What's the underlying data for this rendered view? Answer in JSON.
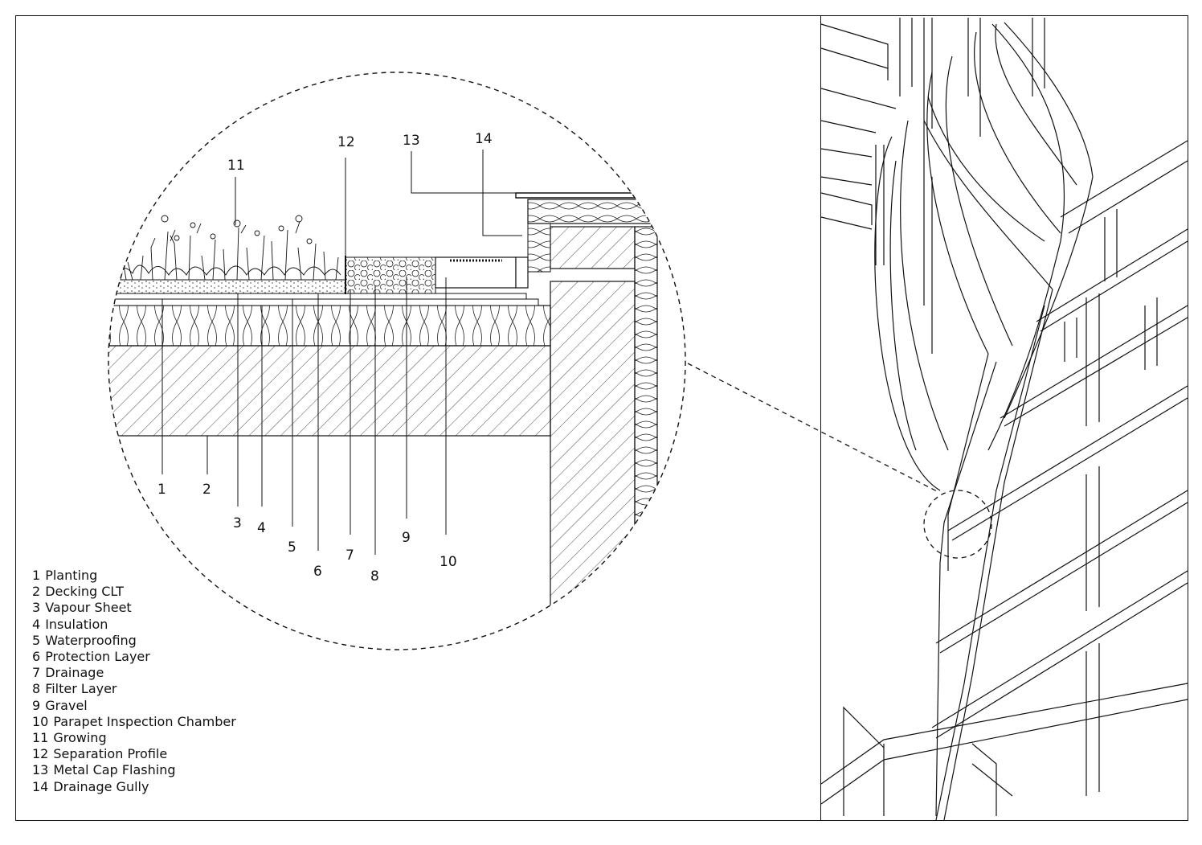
{
  "callout_numbers": [
    "1",
    "2",
    "3",
    "4",
    "5",
    "6",
    "7",
    "8",
    "9",
    "10",
    "11",
    "12",
    "13",
    "14"
  ],
  "legend": [
    {
      "num": "1",
      "text": "Planting"
    },
    {
      "num": "2",
      "text": "Decking CLT"
    },
    {
      "num": "3",
      "text": "Vapour Sheet"
    },
    {
      "num": "4",
      "text": "Insulation"
    },
    {
      "num": "5",
      "text": "Waterproofing"
    },
    {
      "num": "6",
      "text": "Protection Layer"
    },
    {
      "num": "7",
      "text": "Drainage"
    },
    {
      "num": "8",
      "text": "Filter Layer"
    },
    {
      "num": "9",
      "text": "Gravel"
    },
    {
      "num": "10",
      "text": "Parapet Inspection Chamber"
    },
    {
      "num": "11",
      "text": "Growing"
    },
    {
      "num": "12",
      "text": "Separation Profile"
    },
    {
      "num": "13",
      "text": "Metal Cap Flashing"
    },
    {
      "num": "14",
      "text": "Drainage Gully"
    }
  ],
  "colors": {
    "line": "#111111",
    "background": "#ffffff"
  }
}
